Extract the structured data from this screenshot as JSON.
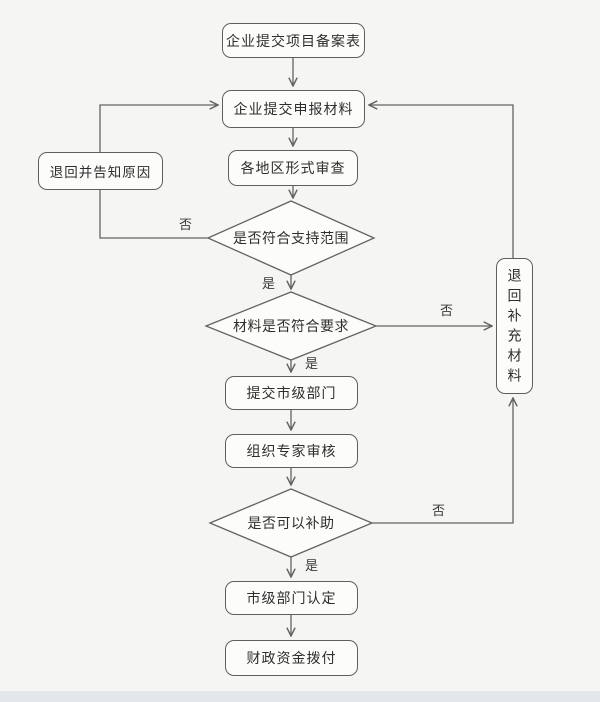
{
  "diagram": {
    "type": "flowchart",
    "nodes": {
      "filing_form": {
        "label": "企业提交项目备案表",
        "shape": "rounded-rect"
      },
      "submit_materials": {
        "label": "企业提交申报材料",
        "shape": "rounded-rect"
      },
      "regional_review": {
        "label": "各地区形式审查",
        "shape": "rounded-rect"
      },
      "scope_check": {
        "label": "是否符合支持范围",
        "shape": "diamond"
      },
      "materials_check": {
        "label": "材料是否符合要求",
        "shape": "diamond"
      },
      "submit_municipal": {
        "label": "提交市级部门",
        "shape": "rounded-rect"
      },
      "expert_review": {
        "label": "组织专家审核",
        "shape": "rounded-rect"
      },
      "subsidy_check": {
        "label": "是否可以补助",
        "shape": "diamond"
      },
      "municipal_determination": {
        "label": "市级部门认定",
        "shape": "rounded-rect"
      },
      "fund_allocation": {
        "label": "财政资金拨付",
        "shape": "rounded-rect"
      },
      "return_with_reason": {
        "label": "退回并告知原因",
        "shape": "rounded-rect"
      },
      "return_supplement": {
        "label": "退回补充材料",
        "shape": "rounded-rect-vertical"
      }
    },
    "edge_labels": {
      "yes": "是",
      "no": "否"
    },
    "edges": [
      {
        "from": "filing_form",
        "to": "submit_materials",
        "label": ""
      },
      {
        "from": "submit_materials",
        "to": "regional_review",
        "label": ""
      },
      {
        "from": "regional_review",
        "to": "scope_check",
        "label": ""
      },
      {
        "from": "scope_check",
        "to": "materials_check",
        "label": "是"
      },
      {
        "from": "scope_check",
        "to": "return_with_reason",
        "label": "否"
      },
      {
        "from": "return_with_reason",
        "to": "submit_materials",
        "label": ""
      },
      {
        "from": "materials_check",
        "to": "submit_municipal",
        "label": "是"
      },
      {
        "from": "materials_check",
        "to": "return_supplement",
        "label": "否"
      },
      {
        "from": "submit_municipal",
        "to": "expert_review",
        "label": ""
      },
      {
        "from": "expert_review",
        "to": "subsidy_check",
        "label": ""
      },
      {
        "from": "subsidy_check",
        "to": "municipal_determination",
        "label": "是"
      },
      {
        "from": "subsidy_check",
        "to": "return_supplement",
        "label": "否"
      },
      {
        "from": "municipal_determination",
        "to": "fund_allocation",
        "label": ""
      },
      {
        "from": "return_supplement",
        "to": "submit_materials",
        "label": ""
      }
    ],
    "colors": {
      "background": "#f5f5f3",
      "line": "#636363",
      "node_border": "#5f5f5f",
      "node_fill": "#fcfcfb",
      "text": "#2e2e2e"
    }
  }
}
